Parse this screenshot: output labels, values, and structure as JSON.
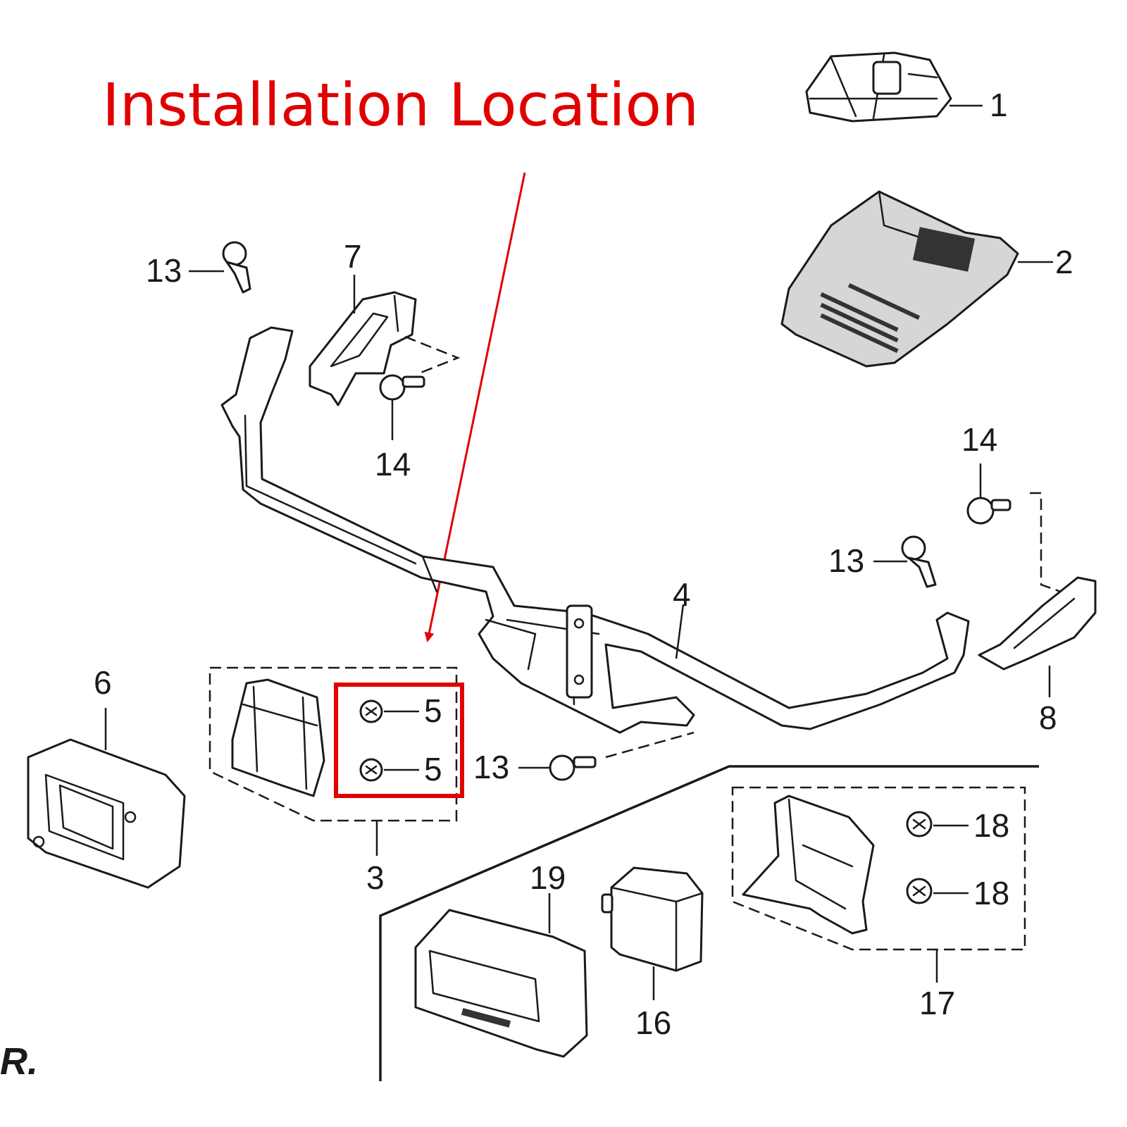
{
  "title": "Installation Location",
  "colors": {
    "highlight": "#e00000",
    "line": "#1a1a1a"
  },
  "callouts": {
    "c1": "1",
    "c2": "2",
    "c3": "3",
    "c4": "4",
    "c5a": "5",
    "c5b": "5",
    "c6": "6",
    "c7": "7",
    "c8": "8",
    "c13a": "13",
    "c13b": "13",
    "c13c": "13",
    "c14a": "14",
    "c14b": "14",
    "c16": "16",
    "c17": "17",
    "c18a": "18",
    "c18b": "18",
    "c19": "19"
  },
  "corner_text": "R."
}
